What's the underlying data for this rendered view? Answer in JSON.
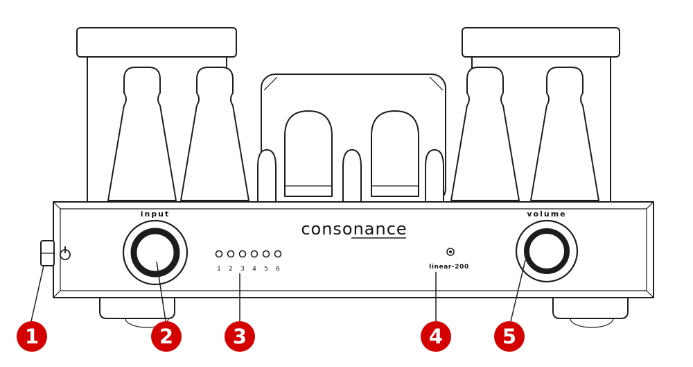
{
  "device": {
    "brand": "consonance",
    "model": "linear-200",
    "input_label": "input",
    "volume_label": "volume",
    "selector_numbers": [
      "1",
      "2",
      "3",
      "4",
      "5",
      "6"
    ]
  },
  "callouts": [
    {
      "number": "1"
    },
    {
      "number": "2"
    },
    {
      "number": "3"
    },
    {
      "number": "4"
    },
    {
      "number": "5"
    }
  ],
  "colors": {
    "callout": "#d40000",
    "line": "#1c1c1c",
    "background": "#ffffff"
  }
}
